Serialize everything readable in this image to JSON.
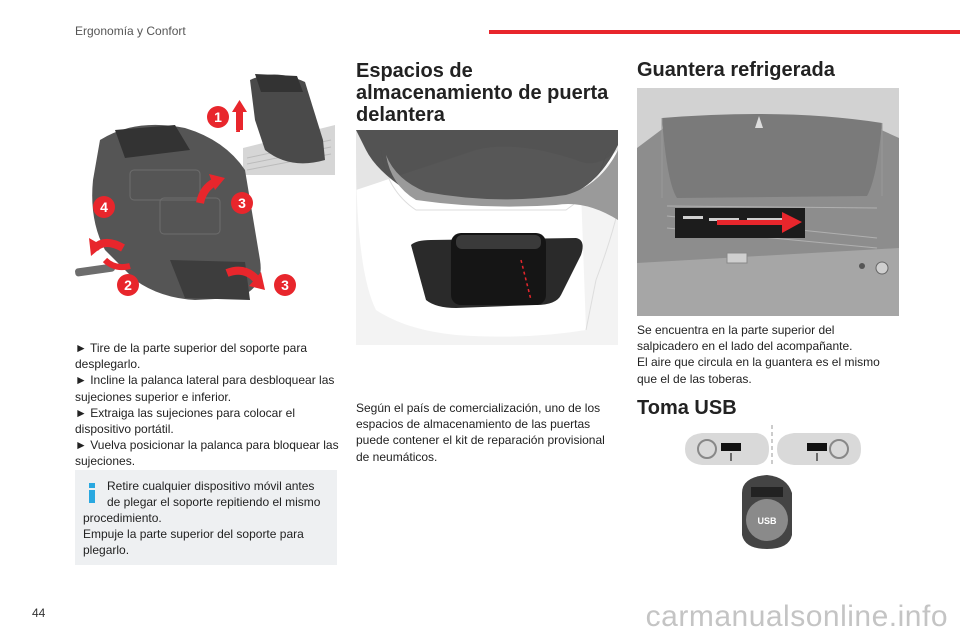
{
  "header": {
    "section": "Ergonomía y Confort",
    "accent_color": "#e8262c"
  },
  "page_number": "44",
  "watermark": "carmanualsonline.info",
  "col1": {
    "figure_callouts": [
      "1",
      "2",
      "3",
      "3",
      "4"
    ],
    "steps": [
      "► Tire de la parte superior del soporte para desplegarlo.",
      "► Incline la palanca lateral para desbloquear las sujeciones superior e inferior.",
      "► Extraiga las sujeciones para colocar el dispositivo portátil.",
      "► Vuelva posicionar la palanca para bloquear las sujeciones."
    ],
    "info_line1": "Retire cualquier dispositivo móvil antes",
    "info_line2": "de plegar el soporte repitiendo el mismo",
    "info_line3": "procedimiento.",
    "info_line4": "Empuje la parte superior del soporte para",
    "info_line5": "plegarlo.",
    "info_icon": "info-icon",
    "info_color": "#29a8e0"
  },
  "col2": {
    "title_line1": "Espacios de",
    "title_line2": "almacenamiento de puerta",
    "title_line3": "delantera",
    "text_line1": "Según el país de comercialización, uno de los",
    "text_line2": "espacios de almacenamiento de las puertas",
    "text_line3": "puede contener el kit de reparación provisional",
    "text_line4": "de neumáticos."
  },
  "col3": {
    "title": "Guantera refrigerada",
    "text_line1": "Se encuentra en la parte superior del",
    "text_line2": "salpicadero en el lado del acompañante.",
    "text_line3": "El aire que circula en la guantera es el mismo",
    "text_line4": "que el de las toberas.",
    "usb_title": "Toma USB",
    "usb_label": "USB"
  }
}
